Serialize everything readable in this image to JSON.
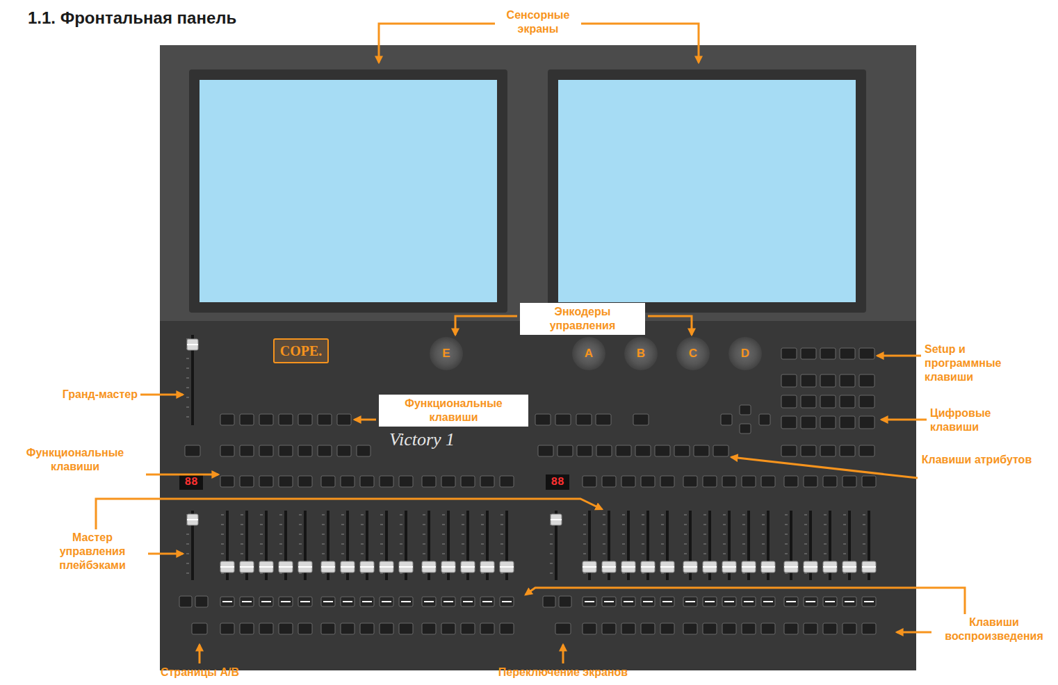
{
  "diagram": {
    "title": "1.1. Фронтальная панель",
    "nodes": [
      {
        "text": [
          "COPE."
        ]
      },
      {
        "text": [
          "E"
        ]
      },
      {
        "text": [
          "A"
        ]
      },
      {
        "text": [
          "B"
        ]
      },
      {
        "text": [
          "C"
        ]
      },
      {
        "text": [
          "D"
        ]
      }
    ],
    "labels": [
      "Сенсорные экраны",
      "Энкодеры управления",
      "Setup и программные клавиши",
      "Гранд-мастер",
      "Функциональные клавиши",
      "Функциональные клавиши",
      "Цифровые клавиши",
      "Клавиши атрибутов",
      "Мастер управления плейбэками",
      "Клавиши воспроизведения",
      "Страницы A/B",
      "Переключение экранов",
      "Victory 1",
      "88",
      "88"
    ]
  }
}
